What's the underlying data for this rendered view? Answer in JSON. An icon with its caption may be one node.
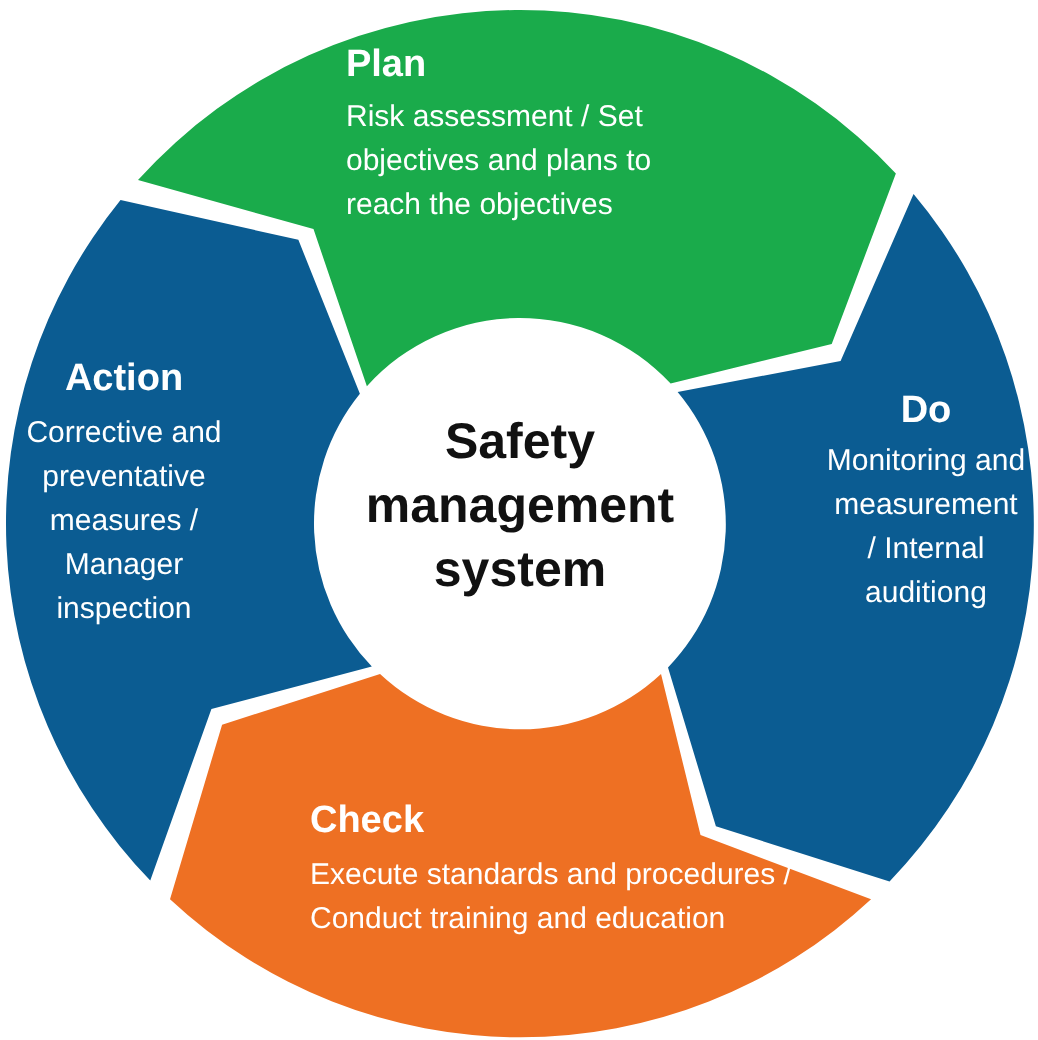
{
  "diagram": {
    "nodes": [
      {
        "text": [
          "Safety management system"
        ]
      },
      {
        "text": [
          "Plan",
          "Risk assessment / Set objectives and plans to reach the objectives"
        ]
      },
      {
        "text": [
          "Do",
          "Monitoring and measurement / Internal auditiong"
        ]
      },
      {
        "text": [
          "Check",
          "Execute standards and procedures / Conduct training and education"
        ]
      },
      {
        "text": [
          "Action",
          "Corrective and preventative measures / Manager inspection"
        ]
      }
    ]
  }
}
